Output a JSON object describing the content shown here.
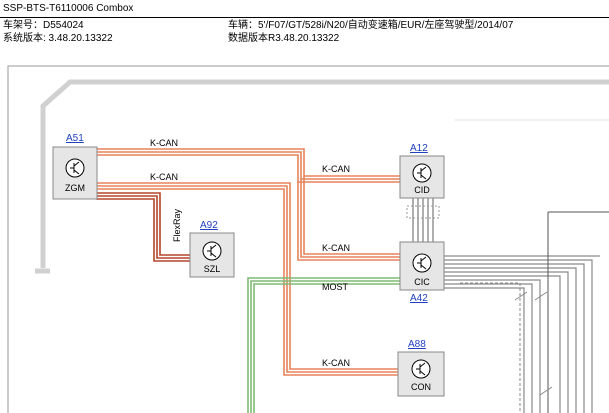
{
  "header": {
    "title": "SSP-BTS-T6110006 Combox",
    "vin_label": "车架号：D554024",
    "vehicle_label": "车辆：5'/F07/GT/528i/N20/自动变速箱/EUR/左座驾驶型/2014/07",
    "system_version_label": "系统版本: 3.48.20.13322",
    "data_version_label": "数据版本R3.48.20.13322"
  },
  "modules": [
    {
      "id": "A51",
      "name": "ZGM"
    },
    {
      "id": "A92",
      "name": "SZL"
    },
    {
      "id": "A12",
      "name": "CID"
    },
    {
      "id": "A42",
      "name": "CIC"
    },
    {
      "id": "A88",
      "name": "CON"
    }
  ],
  "buses": {
    "kcan": "K-CAN",
    "flexray": "FlexRay",
    "most": "MOST"
  },
  "colors": {
    "kcan": "#e8835a",
    "flexray": "#b5452a",
    "most": "#7fba73",
    "frame": "#c0c0c0",
    "link": "#1f3fbf"
  }
}
